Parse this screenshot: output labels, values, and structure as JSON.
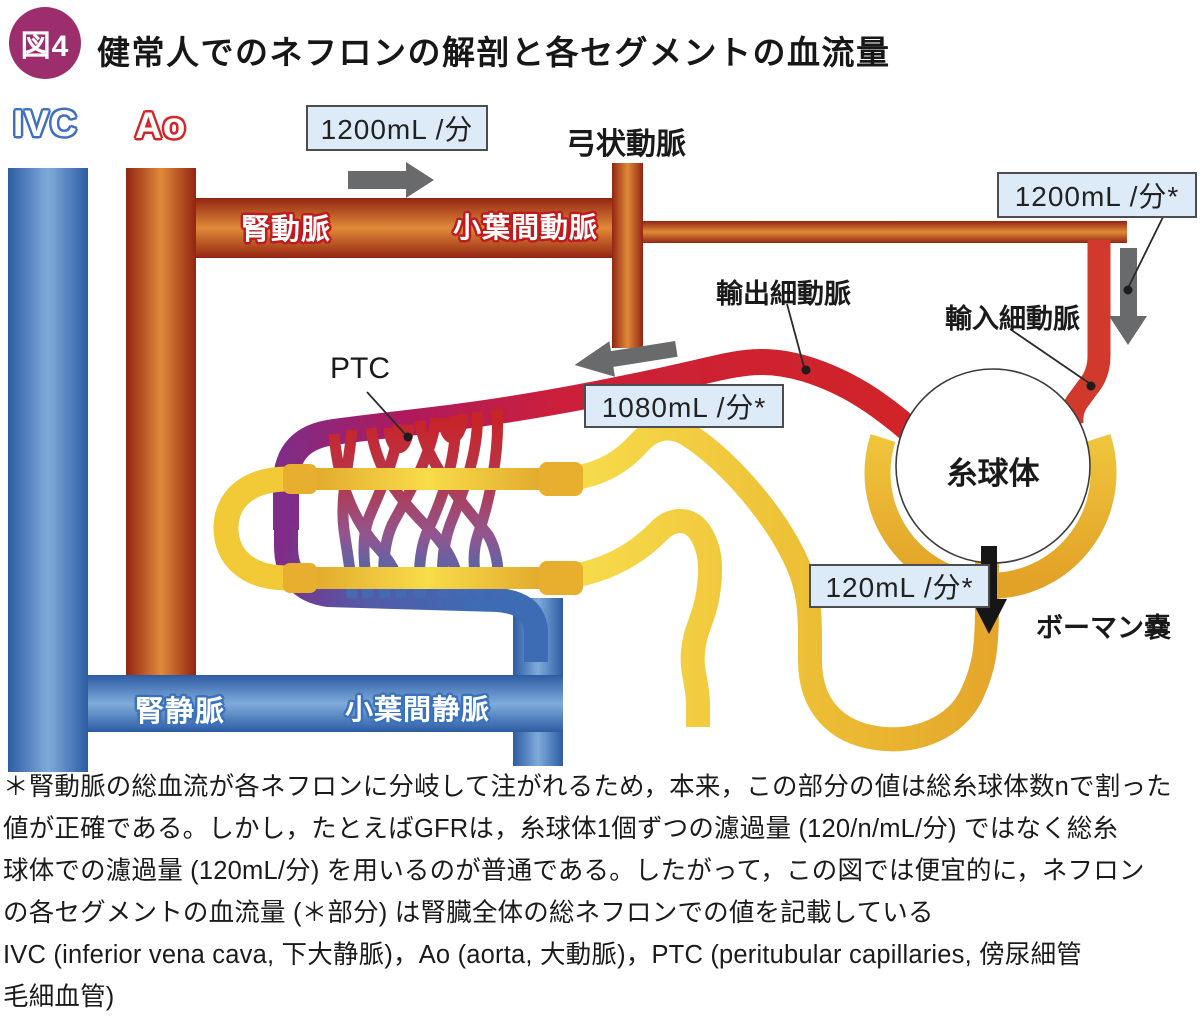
{
  "header": {
    "badge_label": "図4",
    "title": "健常人でのネフロンの解剖と各セグメントの血流量"
  },
  "labels": {
    "ivc": "IVC",
    "ao": "Ao",
    "renal_artery": "腎動脈",
    "interlobular_artery": "小葉間動脈",
    "arcuate_artery": "弓状動脈",
    "efferent_arteriole": "輸出細動脈",
    "afferent_arteriole": "輸入細動脈",
    "ptc": "PTC",
    "glomerulus": "糸球体",
    "bowman_capsule": "ボーマン嚢",
    "renal_vein": "腎静脈",
    "interlobular_vein": "小葉間静脈"
  },
  "flow_values": {
    "renal_artery": "1200mL /分",
    "interlobular_artery": "1200mL /分*",
    "efferent": "1080mL /分*",
    "filtrate": "120mL /分*"
  },
  "footnote_lines": [
    "＊腎動脈の総血流が各ネフロンに分岐して注がれるため，本来，この部分の値は総糸球体数nで割った",
    "値が正確である。しかし，たとえばGFRは，糸球体1個ずつの濾過量 (120/n/mL/分) ではなく総糸",
    "球体での濾過量 (120mL/分) を用いるのが普通である。したがって，この図では便宜的に，ネフロン",
    "の各セグメントの血流量 (＊部分) は腎臓全体の総ネフロンでの値を記載している",
    "IVC (inferior vena cava, 下大静脈)，Ao (aorta, 大動脈)，PTC (peritubular capillaries, 傍尿細管",
    "毛細血管)"
  ],
  "colors": {
    "badge": "#9c2e6e",
    "artery_red": "#cf2b27",
    "artery_gradient_dark": "#932512",
    "artery_gradient_light": "#e08a38",
    "vein_blue_dark": "#2d5ca4",
    "vein_blue_light": "#7fabda",
    "capillary_magenta": "#a81e5e",
    "capillary_purple": "#7f2d88",
    "tubule_yellow": "#f2ca38",
    "tubule_amber": "#e0a42a",
    "flow_box_bg": "#dcebf7",
    "arrow_gray": "#696a6c",
    "arrow_black": "#161616"
  }
}
